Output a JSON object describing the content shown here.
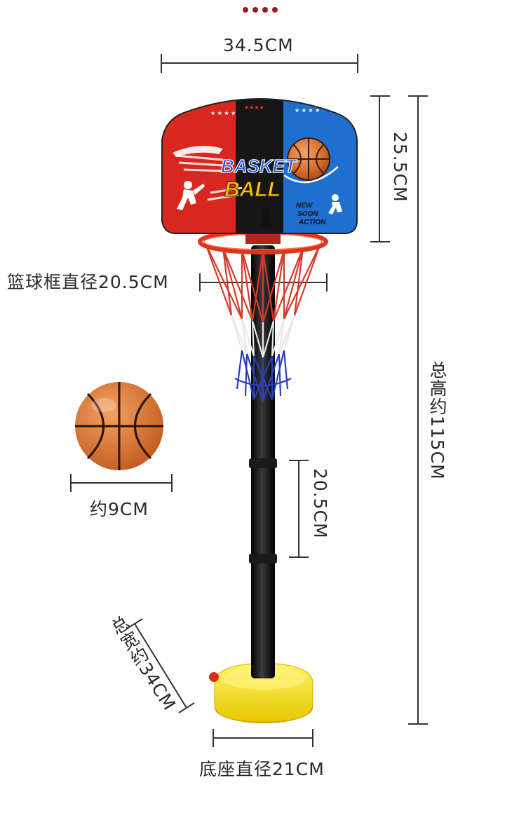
{
  "dimensions": {
    "board_width": "34.5CM",
    "board_height": "25.5CM",
    "hoop_diameter": "篮球框直径20.5CM",
    "total_height": "总高约115CM",
    "pole_segment": "20.5CM",
    "ball_size": "约9CM",
    "total_width": "总宽约34CM",
    "base_diameter": "底座直径21CM"
  },
  "backboard": {
    "line1": "BASKET",
    "line2": "BALL",
    "slogan": [
      "NEW",
      "SOON",
      "ACTION"
    ]
  },
  "colors": {
    "board_red": "#d8271f",
    "board_blue": "#1f6fd1",
    "board_black": "#161616",
    "rim": "#e0341f",
    "net_red": "#d43a2a",
    "net_blue": "#2a3fb8",
    "pole": "#111111",
    "base": "#f6df13",
    "ball": "#d86f2e",
    "dim_line": "#333333",
    "accent_dots": "#9b1c1c"
  }
}
